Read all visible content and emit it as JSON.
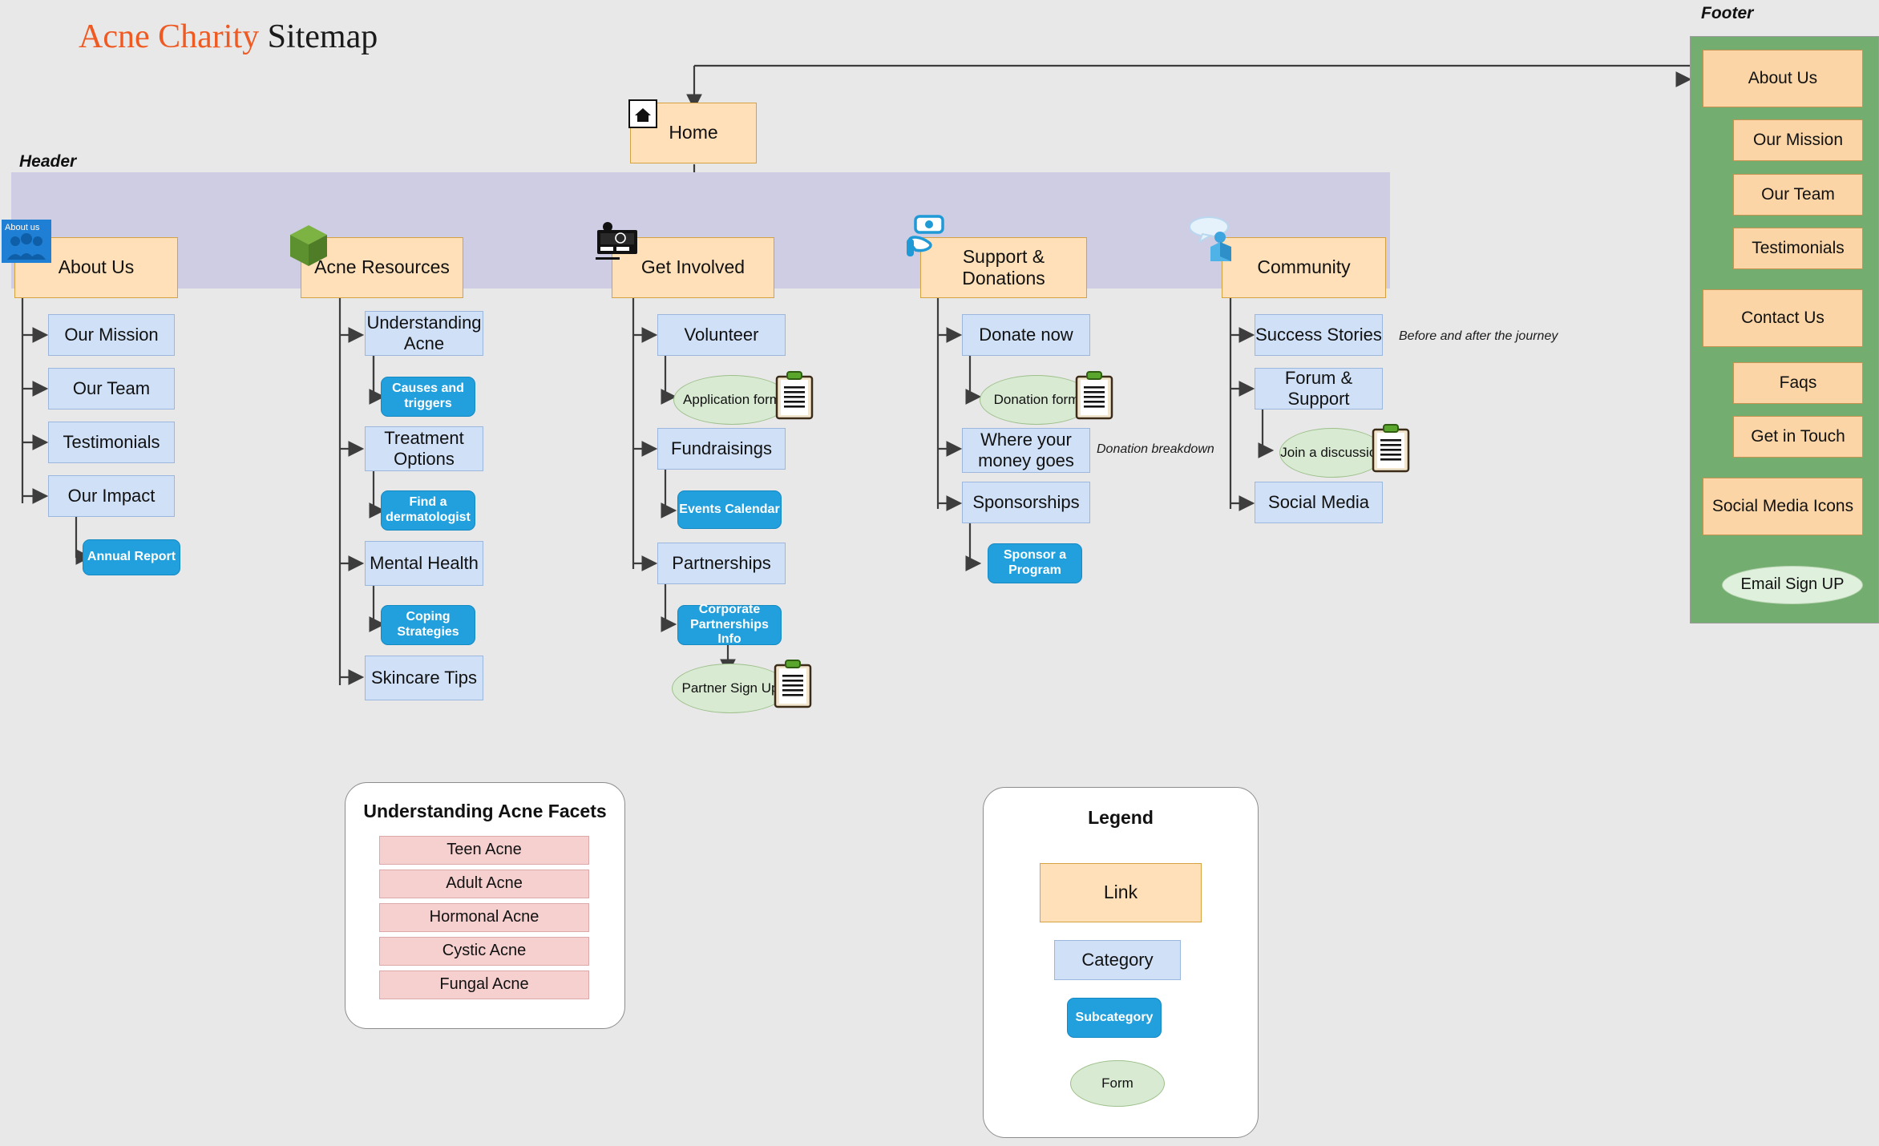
{
  "title": {
    "brand": "Acne Charity",
    "rest": " Sitemap"
  },
  "captions": {
    "header": "Header",
    "footer": "Footer"
  },
  "home": {
    "label": "Home",
    "icon": "home-icon"
  },
  "columns": [
    {
      "id": "about-us",
      "label": "About Us",
      "icon": "about-us-people-icon",
      "children": [
        {
          "label": "Our Mission",
          "type": "category"
        },
        {
          "label": "Our Team",
          "type": "category"
        },
        {
          "label": "Testimonials",
          "type": "category"
        },
        {
          "label": "Our Impact",
          "type": "category",
          "children": [
            {
              "label": "Annual Report",
              "type": "subcategory"
            }
          ]
        }
      ]
    },
    {
      "id": "acne-resources",
      "label": "Acne Resources",
      "icon": "green-cube-icon",
      "children": [
        {
          "label": "Understanding Acne",
          "type": "category",
          "children": [
            {
              "label": "Causes and triggers",
              "type": "subcategory"
            }
          ]
        },
        {
          "label": "Treatment Options",
          "type": "category",
          "children": [
            {
              "label": "Find a dermatologist",
              "type": "subcategory"
            }
          ]
        },
        {
          "label": "Mental Health",
          "type": "category",
          "children": [
            {
              "label": "Coping Strategies",
              "type": "subcategory"
            }
          ]
        },
        {
          "label": "Skincare Tips",
          "type": "category"
        }
      ]
    },
    {
      "id": "get-involved",
      "label": "Get Involved",
      "icon": "donation-terminal-icon",
      "children": [
        {
          "label": "Volunteer",
          "type": "category",
          "children": [
            {
              "label": "Application form",
              "type": "form"
            }
          ]
        },
        {
          "label": "Fundraisings",
          "type": "category",
          "children": [
            {
              "label": "Events Calendar",
              "type": "subcategory"
            }
          ]
        },
        {
          "label": "Partnerships",
          "type": "category",
          "children": [
            {
              "label": "Corporate Partnerships Info",
              "type": "subcategory",
              "children": [
                {
                  "label": "Partner Sign Up",
                  "type": "form"
                }
              ]
            }
          ]
        }
      ]
    },
    {
      "id": "support-donations",
      "label": "Support & Donations",
      "icon": "donate-hand-money-icon",
      "children": [
        {
          "label": "Donate now",
          "type": "category",
          "children": [
            {
              "label": "Donation form",
              "type": "form"
            }
          ]
        },
        {
          "label": "Where your money goes",
          "type": "category",
          "note": "Donation breakdown"
        },
        {
          "label": "Sponsorships",
          "type": "category",
          "children": [
            {
              "label": "Sponsor a Program",
              "type": "subcategory"
            }
          ]
        }
      ]
    },
    {
      "id": "community",
      "label": "Community",
      "icon": "community-chat-icon",
      "children": [
        {
          "label": "Success Stories",
          "type": "category",
          "note": "Before and after the journey"
        },
        {
          "label": "Forum & Support",
          "type": "category",
          "children": [
            {
              "label": "Join a discussion",
              "type": "form"
            }
          ]
        },
        {
          "label": "Social Media",
          "type": "category"
        }
      ]
    }
  ],
  "footer": {
    "items": [
      {
        "label": "About Us",
        "type": "link"
      },
      {
        "label": "Our Mission",
        "type": "link"
      },
      {
        "label": "Our Team",
        "type": "link"
      },
      {
        "label": "Testimonials",
        "type": "link"
      },
      {
        "label": "Contact Us",
        "type": "link"
      },
      {
        "label": "Faqs",
        "type": "link"
      },
      {
        "label": "Get in Touch",
        "type": "link"
      },
      {
        "label": "Social Media Icons",
        "type": "link"
      },
      {
        "label": "Email Sign UP",
        "type": "form"
      }
    ]
  },
  "facets_panel": {
    "title": "Understanding Acne Facets",
    "items": [
      "Teen Acne",
      "Adult Acne",
      "Hormonal Acne",
      "Cystic Acne",
      "Fungal Acne"
    ]
  },
  "legend_panel": {
    "title": "Legend",
    "items": [
      {
        "label": "Link",
        "type": "link"
      },
      {
        "label": "Category",
        "type": "category"
      },
      {
        "label": "Subcategory",
        "type": "subcategory"
      },
      {
        "label": "Form",
        "type": "form"
      }
    ]
  },
  "colors": {
    "link": "#ffe0b9",
    "link_border": "#d6a140",
    "category": "#cfe0f7",
    "category_border": "#9bb7dd",
    "subcategory": "#21a0dd",
    "form": "#d9ead3",
    "footer_bg": "#74ad70",
    "footer_item": "#fbd5a5",
    "facet": "#f6cfcf",
    "header_band": "#cfcde4",
    "brand": "#ef5a23",
    "page_bg": "#e8e8e8"
  }
}
